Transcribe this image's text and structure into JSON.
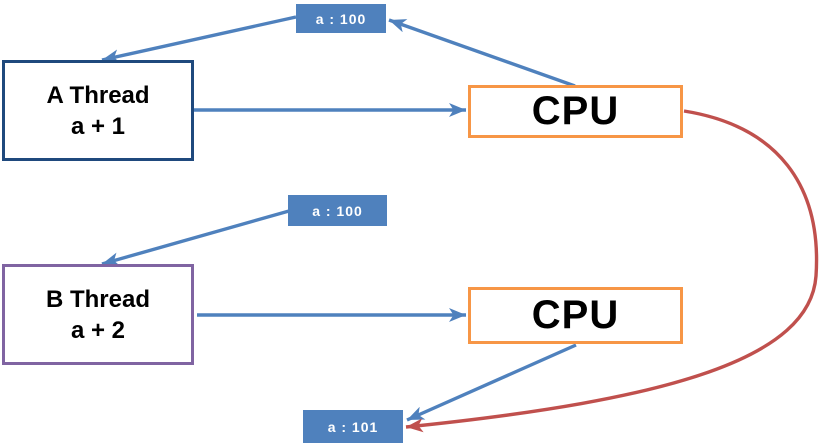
{
  "diagram": {
    "thread_a": {
      "line1": "A Thread",
      "line2": "a + 1"
    },
    "thread_b": {
      "line1": "B Thread",
      "line2": "a + 2"
    },
    "cpu_top": {
      "label": "CPU"
    },
    "cpu_bottom": {
      "label": "CPU"
    },
    "mem_top": {
      "label": "a : 100"
    },
    "mem_mid": {
      "label": "a : 100"
    },
    "mem_bottom": {
      "label": "a : 101"
    }
  },
  "colors": {
    "background": "#FFFFFF",
    "memory-fill": "#4F81BD",
    "thread-a-border": "#1F497D",
    "thread-b-border": "#8064A2",
    "cpu-border": "#F79646",
    "arrow-blue": "#4F81BD",
    "arrow-red": "#C0504D",
    "text-dark": "#000000",
    "text-light": "#FFFFFF"
  }
}
